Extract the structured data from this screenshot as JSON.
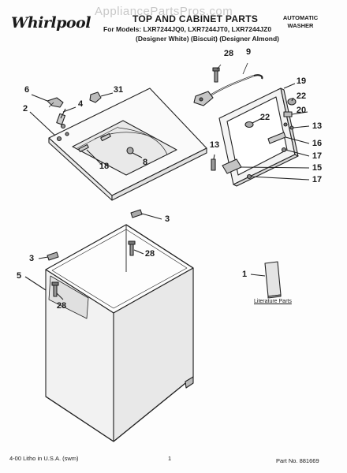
{
  "header": {
    "watermark": "AppliancePartsPros.com",
    "brand": "Whirlpool",
    "title": "TOP AND CABINET PARTS",
    "models": "For Models: LXR7244JQ0, LXR7244JT0, LXR7244JZ0",
    "variants": "(Designer White)  (Biscuit)  (Designer Almond)",
    "product_type_line1": "AUTOMATIC",
    "product_type_line2": "WASHER"
  },
  "callouts": [
    "28",
    "9",
    "19",
    "22",
    "20",
    "13",
    "16",
    "17",
    "15",
    "17",
    "22",
    "13",
    "6",
    "31",
    "4",
    "2",
    "8",
    "18",
    "3",
    "3",
    "28",
    "5",
    "28",
    "1"
  ],
  "literature_label": "Literature Parts",
  "footer": {
    "litho": "4-00 Litho in U.S.A. (swm)",
    "page": "1",
    "part_no": "Part No. 881669"
  }
}
